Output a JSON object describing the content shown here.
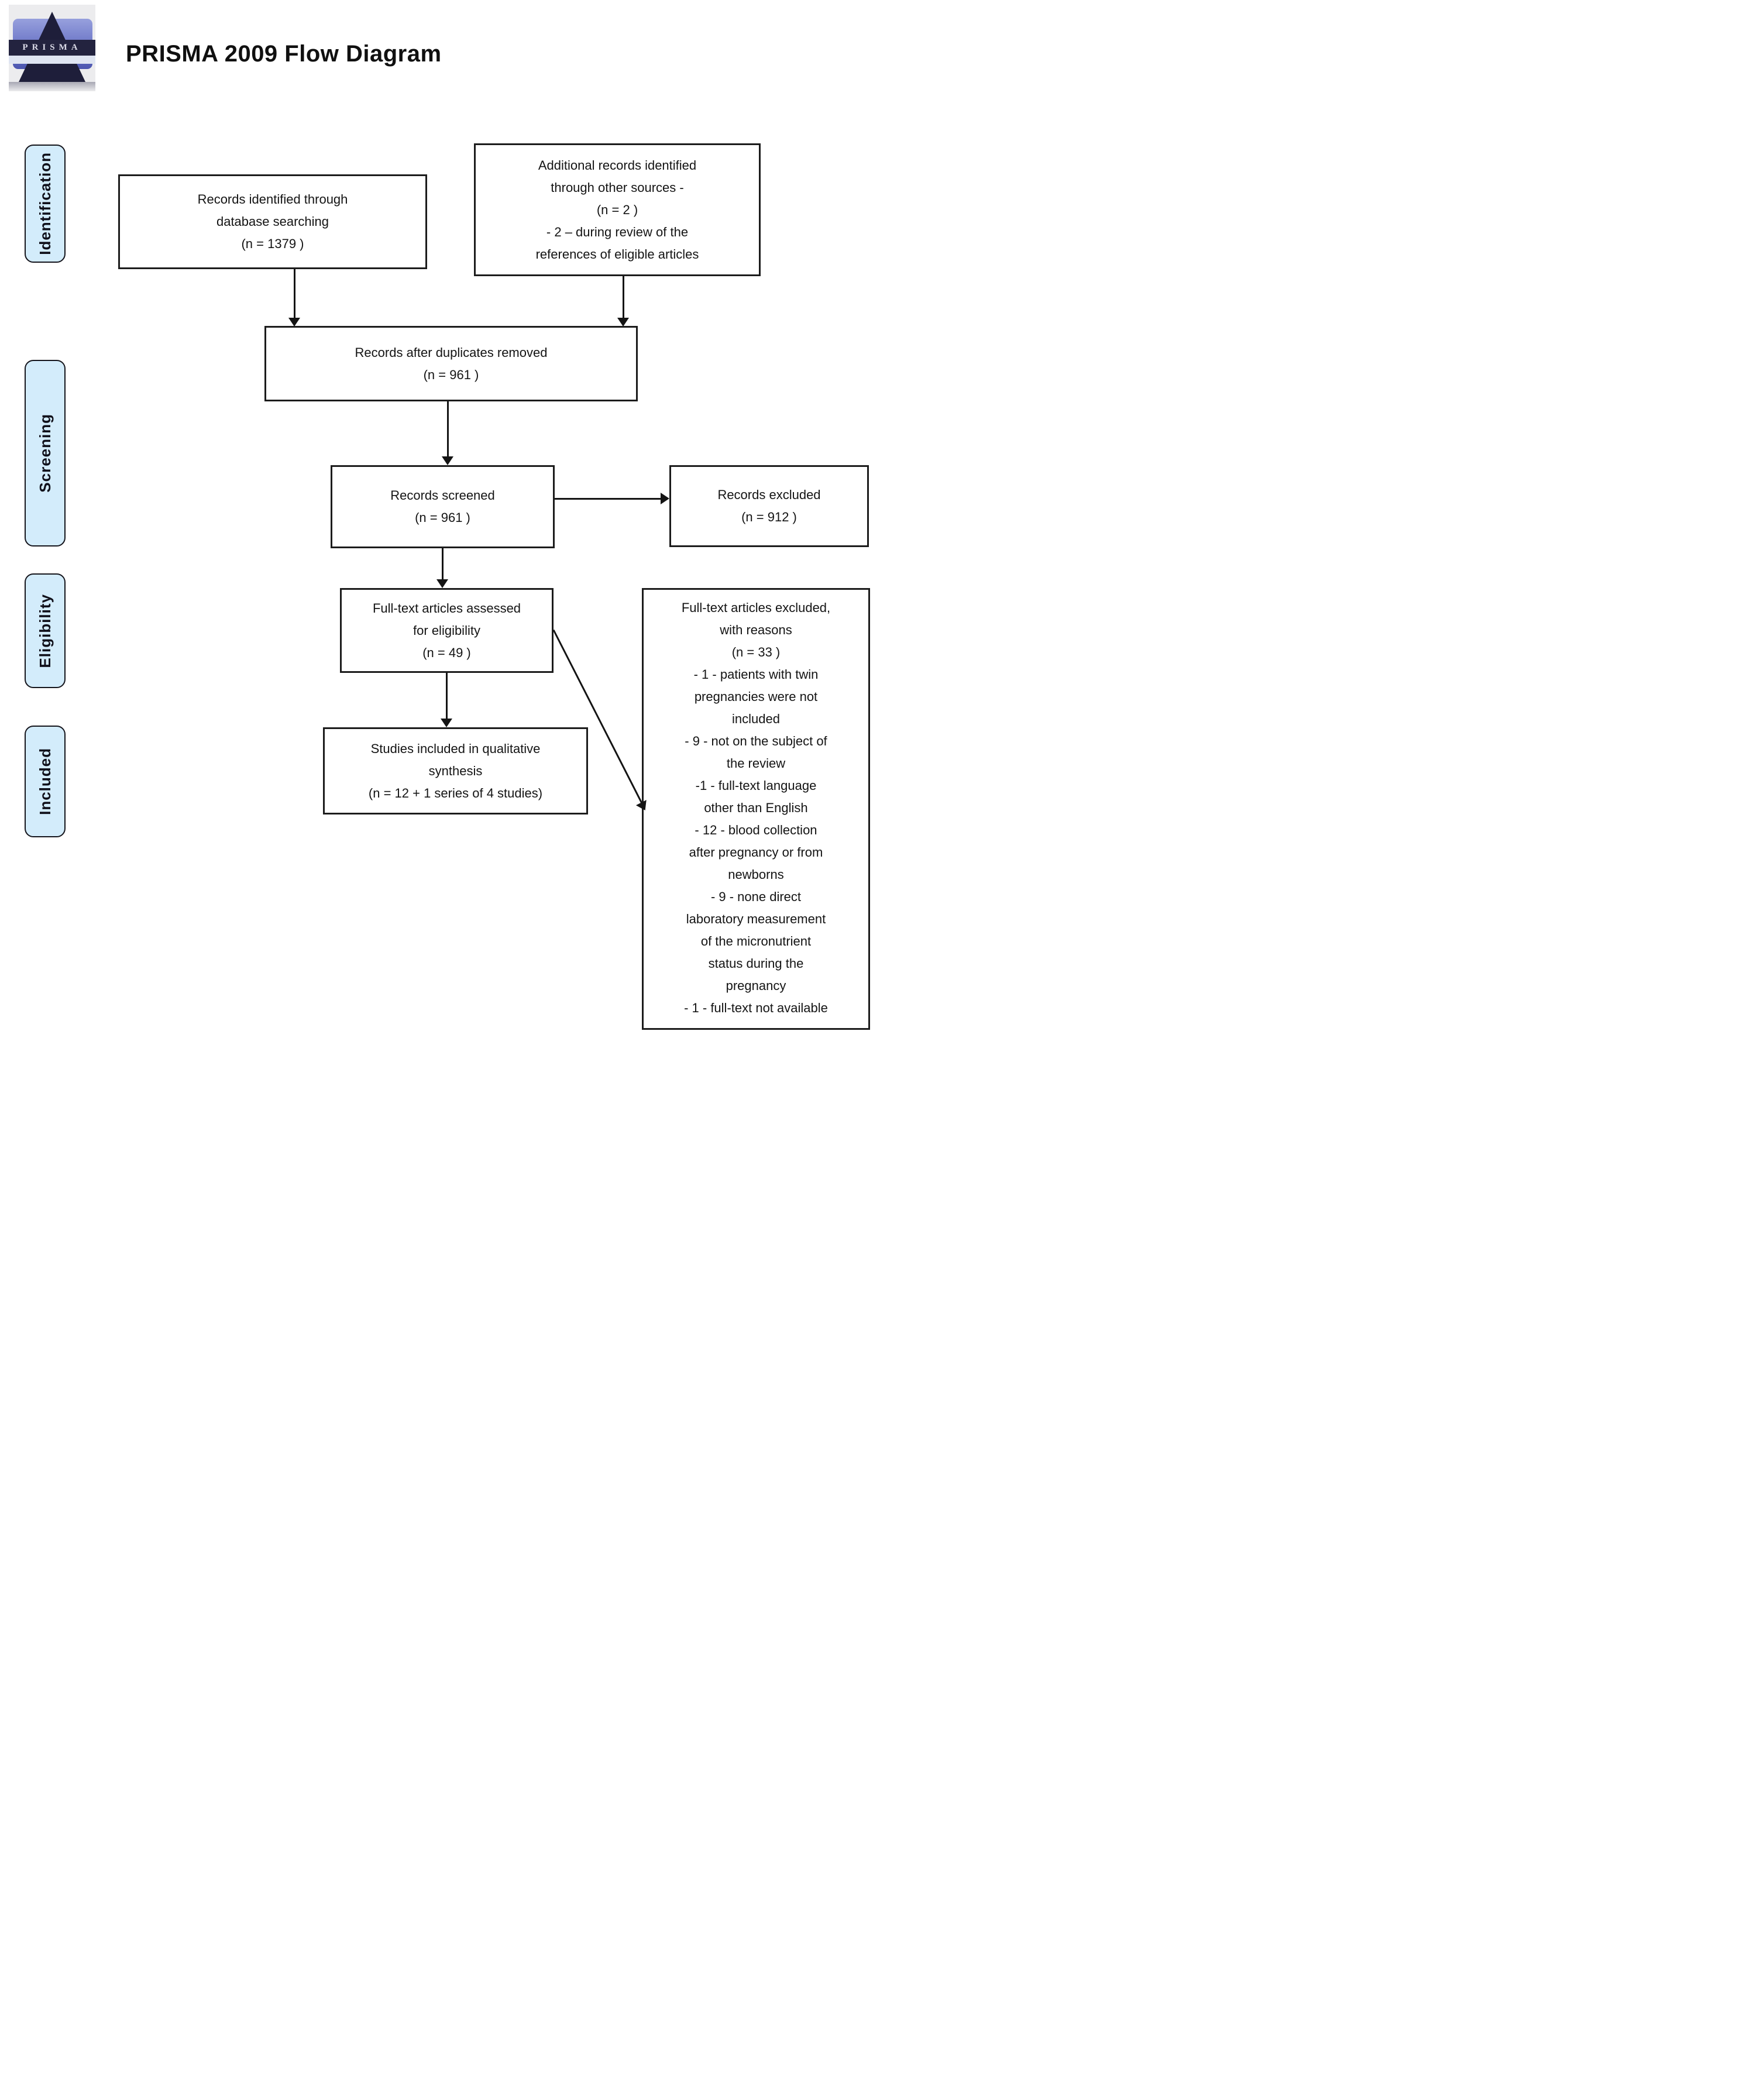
{
  "header": {
    "title": "PRISMA 2009 Flow Diagram",
    "logo_text": "PRISMA"
  },
  "sidebar": {
    "stages": [
      "Identification",
      "Screening",
      "Eligibility",
      "Included"
    ]
  },
  "boxes": {
    "records_identified": {
      "text": "Records identified through\ndatabase searching\n(n = 1379 )"
    },
    "additional_records": {
      "text": "Additional records identified\nthrough other sources -\n(n = 2 )\n- 2 – during review of the\nreferences of eligible articles"
    },
    "after_duplicates": {
      "text": "Records after duplicates removed\n(n = 961 )"
    },
    "records_screened": {
      "text": "Records screened\n(n = 961 )"
    },
    "records_excluded": {
      "text": "Records excluded\n(n = 912 )"
    },
    "fulltext_assessed": {
      "text": "Full-text articles assessed\nfor eligibility\n(n = 49 )"
    },
    "studies_included": {
      "text": "Studies included in qualitative\nsynthesis\n(n = 12 + 1 series of 4 studies)"
    },
    "fulltext_excluded": {
      "text": "Full-text articles excluded,\nwith reasons\n(n = 33 )\n- 1 - patients with twin\npregnancies were not\nincluded\n- 9 - not on the subject of\nthe review\n-1 - full-text language\nother than English\n- 12 - blood collection\nafter pregnancy or from\nnewborns\n- 9 - none direct\nlaboratory measurement\nof the micronutrient\nstatus during the\npregnancy\n- 1 - full-text not available"
    }
  },
  "colors": {
    "stage_fill": "#d3ecfb",
    "box_border": "#1c1c1c",
    "arrow": "#141414",
    "logo_pyramid": "#1e1e3a"
  }
}
